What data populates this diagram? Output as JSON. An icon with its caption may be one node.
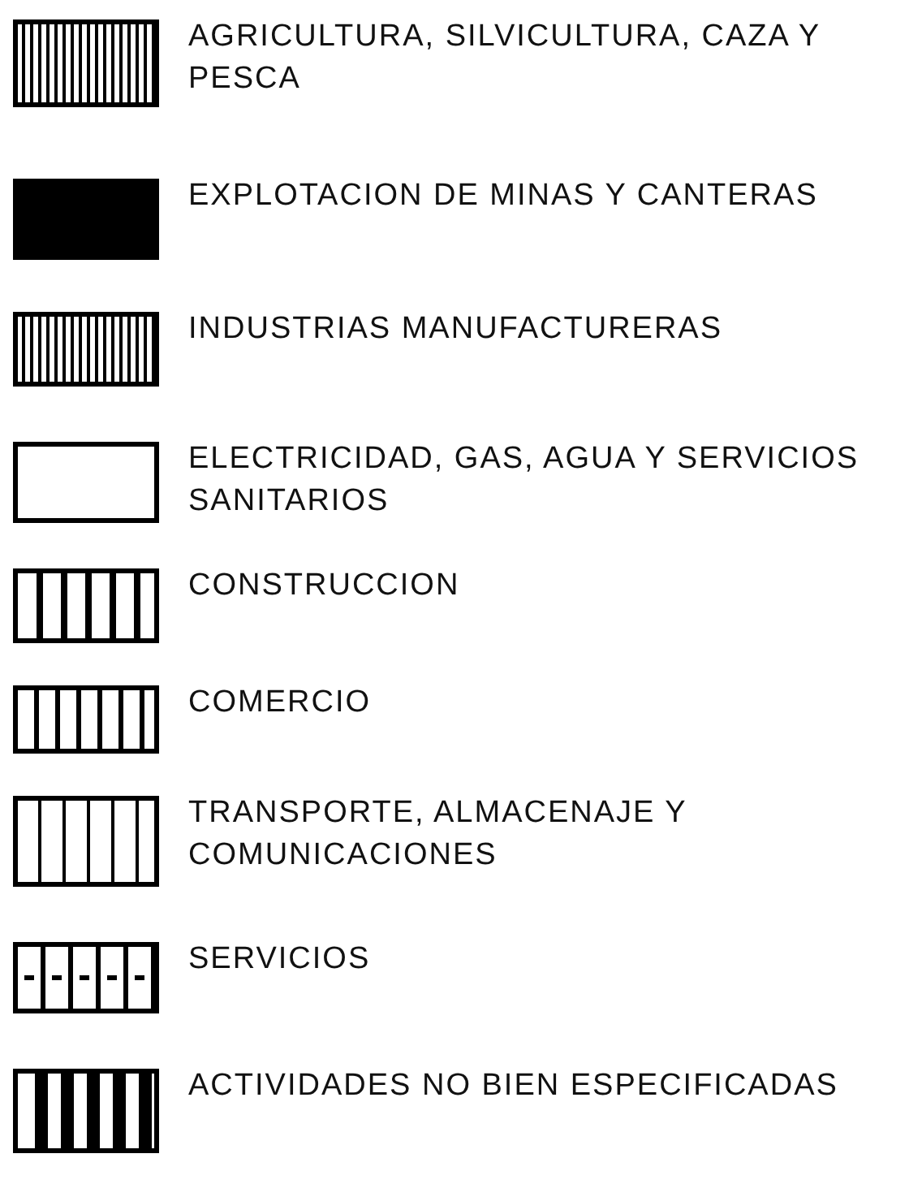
{
  "diagram": {
    "legend": [
      {
        "text": "AGRICULTURA, SILVICULTURA, CAZA Y PESCA"
      },
      {
        "text": "EXPLOTACION DE MINAS Y CANTERAS",
        "color": "#000000"
      },
      {
        "text": "INDUSTRIAS MANUFACTURERAS"
      },
      {
        "text": "ELECTRICIDAD, GAS, AGUA Y SERVICIOS SANITARIOS"
      },
      {
        "text": "CONSTRUCCION"
      },
      {
        "text": "COMERCIO"
      },
      {
        "text": "TRANSPORTE, ALMACENAJE Y COMUNICACIONES"
      },
      {
        "text": "SERVICIOS"
      },
      {
        "text": "ACTIVIDADES NO BIEN ESPECIFICADAS"
      }
    ]
  }
}
